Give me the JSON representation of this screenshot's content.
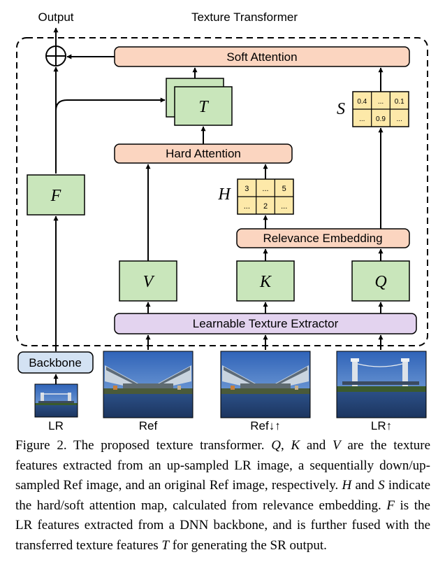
{
  "header": {
    "output_label": "Output",
    "title": "Texture Transformer"
  },
  "blocks": {
    "soft_attention": "Soft Attention",
    "hard_attention": "Hard Attention",
    "relevance_embedding": "Relevance Embedding",
    "texture_extractor": "Learnable Texture Extractor",
    "backbone": "Backbone"
  },
  "features": {
    "t": "T",
    "f": "F",
    "v": "V",
    "k": "K",
    "q": "Q"
  },
  "maps": {
    "s_label": "S",
    "s_cells": [
      "0.4",
      "...",
      "0.1",
      "...",
      "0.9",
      "..."
    ],
    "h_label": "H",
    "h_cells": [
      "3",
      "...",
      "5",
      "...",
      "2",
      "..."
    ]
  },
  "images": {
    "lr": "LR",
    "ref": "Ref",
    "ref_down_up": "Ref↓↑",
    "lr_up": "LR↑"
  },
  "caption": {
    "figure": "Figure 2.",
    "text_1": " The proposed texture transformer. ",
    "q": "Q",
    "text_2": ", ",
    "k": "K",
    "text_3": " and ",
    "v": "V",
    "text_4": " are the texture features extracted from an up-sampled LR image, a sequentially down/up-sampled Ref image, and an original Ref image, respectively. ",
    "h": "H",
    "text_5": " and ",
    "s": "S",
    "text_6": " indicate the hard/soft attention map, calculated from relevance embedding. ",
    "f": "F",
    "text_7": " is the LR features extracted from a DNN backbone, and is further fused with the transferred texture features ",
    "t": "T",
    "text_8": " for generating the SR output."
  },
  "colors": {
    "attention_fill": "#fbd5c0",
    "feature_fill": "#c9e6bb",
    "extractor_fill": "#e3d3ef",
    "backbone_fill": "#d3e2f3",
    "map_fill": "#fde9a9"
  }
}
